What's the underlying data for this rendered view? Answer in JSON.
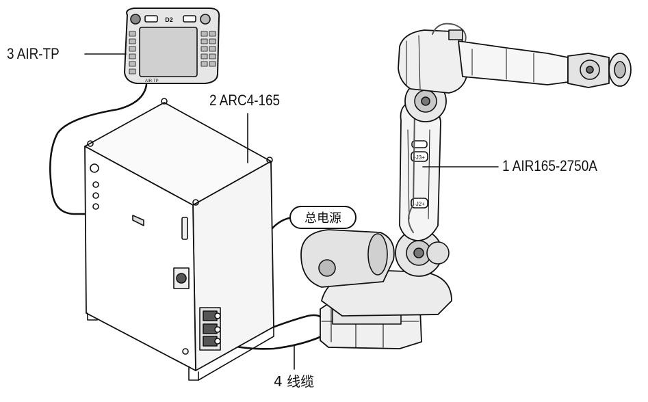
{
  "labels": {
    "robot": "1 AIR165-2750A",
    "controller": "2 ARC4-165",
    "teach_pendant": "3 AIR-TP",
    "cable": "4 线缆",
    "main_power": "总电源"
  },
  "pendant_screen": {
    "brand": "AIR-TP",
    "logo": "D2"
  },
  "robot_joint_markings": {
    "j3": "-J3+",
    "j2": "-J2+"
  },
  "colors": {
    "line": "#111111",
    "fill_light": "#f2f2f2",
    "fill_mid": "#d9d9d9",
    "fill_dark": "#8a8a8a",
    "background": "#ffffff"
  }
}
